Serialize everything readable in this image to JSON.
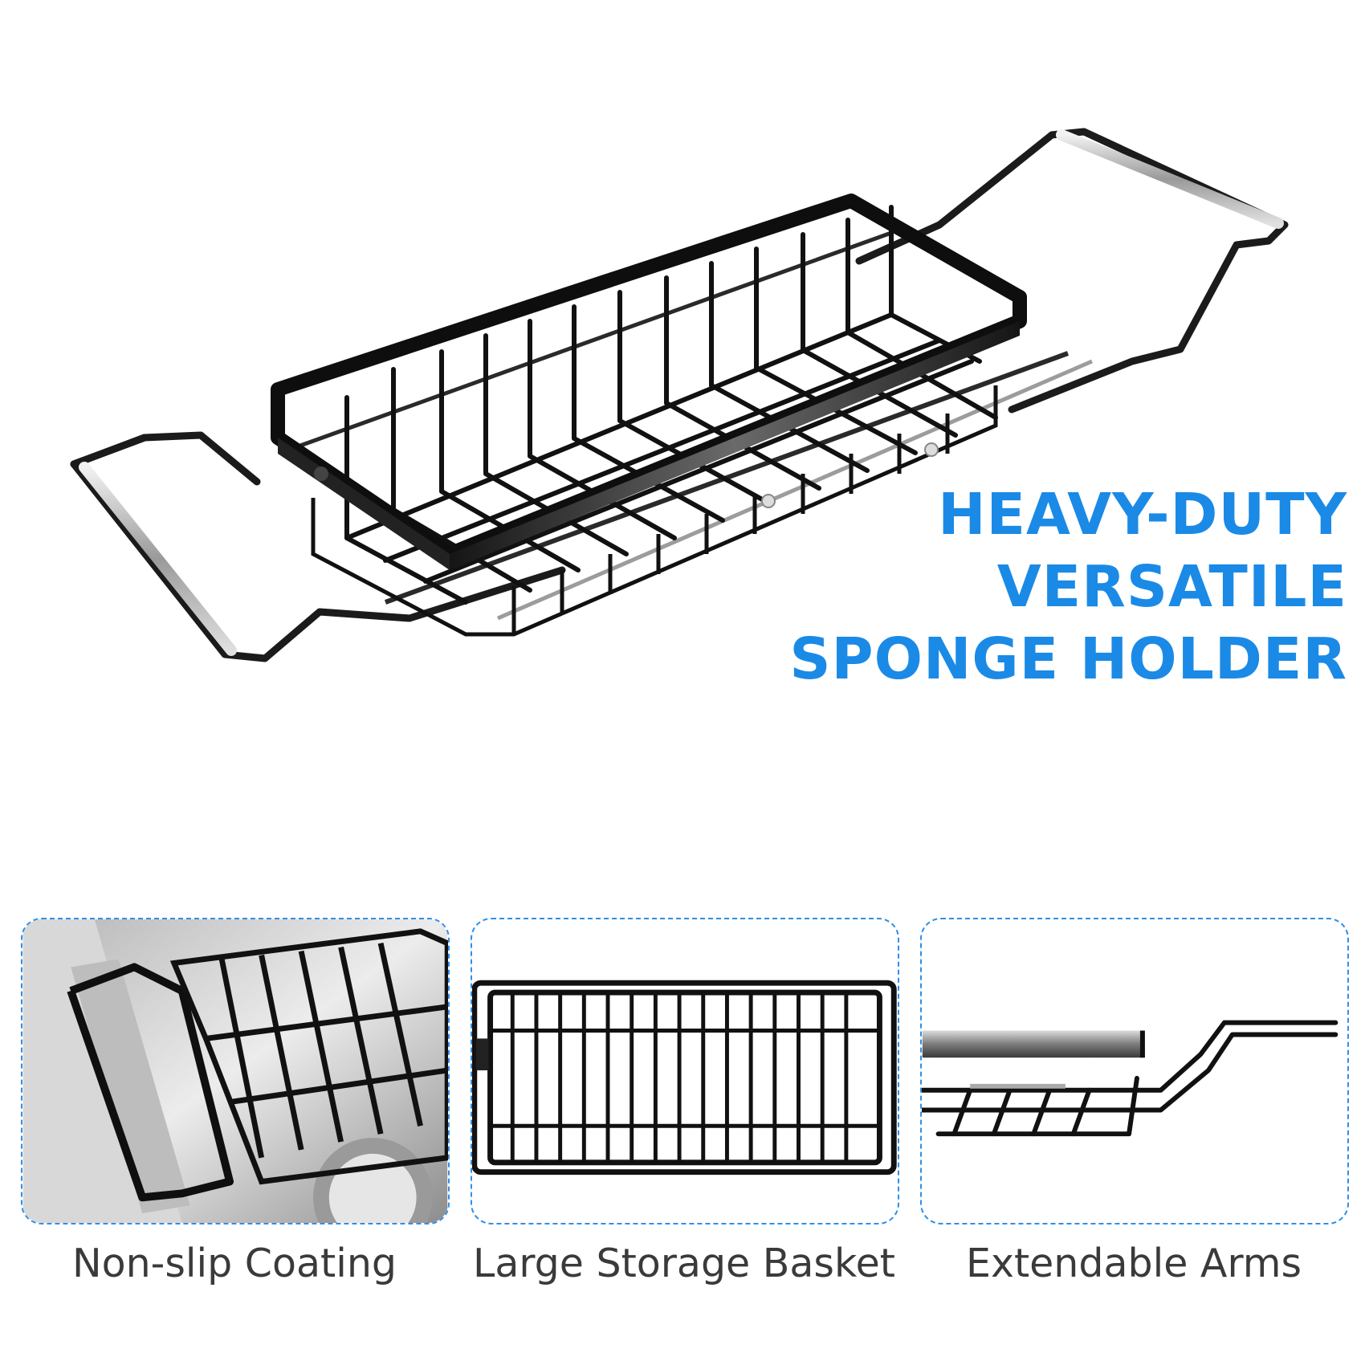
{
  "headline": {
    "line1": "HEAVY-DUTY",
    "line2": "VERSATILE",
    "line3": "SPONGE HOLDER"
  },
  "features": [
    {
      "label": "Non-slip Coating"
    },
    {
      "label": "Large Storage Basket"
    },
    {
      "label": "Extendable Arms"
    }
  ],
  "colors": {
    "accent": "#1a8ae6",
    "caption_text": "#3a3a3a",
    "panel_border": "#2f8fe6",
    "metal_dark": "#1b1b1b",
    "chrome": "#c9c9c9"
  }
}
